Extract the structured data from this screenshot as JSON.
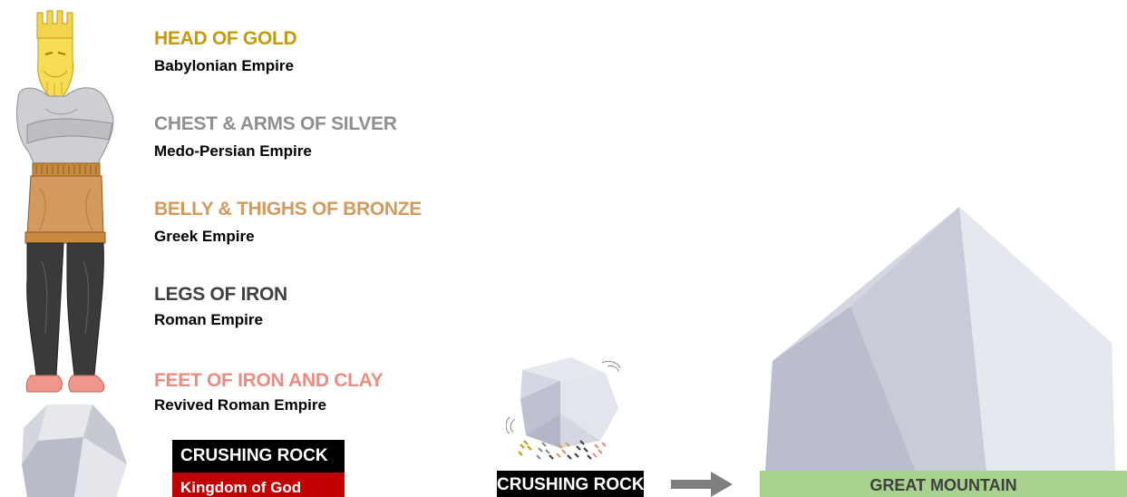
{
  "segments": [
    {
      "title": "HEAD OF GOLD",
      "subtitle": "Babylonian Empire",
      "color": "#C49A0C"
    },
    {
      "title": "CHEST & ARMS OF SILVER",
      "subtitle": "Medo-Persian Empire",
      "color": "#8F8F8F"
    },
    {
      "title": "BELLY & THIGHS OF BRONZE",
      "subtitle": "Greek Empire",
      "color": "#D39A5E"
    },
    {
      "title": "LEGS OF IRON",
      "subtitle": "Roman Empire",
      "color": "#404040"
    },
    {
      "title": "FEET OF IRON AND CLAY",
      "subtitle": "Revived Roman Empire",
      "color": "#E88D82"
    }
  ],
  "rock_box": {
    "title": "CRUSHING ROCK",
    "subtitle": "Kingdom of God",
    "title_bg": "#000000",
    "subtitle_bg": "#C00000"
  },
  "middle_label": "CRUSHING ROCK",
  "mountain_label": "GREAT MOUNTAIN",
  "colors": {
    "arrow": "#7F7F7F",
    "mountain_band": "#A9D18E",
    "mountain_text": "#404040"
  },
  "icons": [
    "statue-icon",
    "rock-icon",
    "crushing-rock-icon",
    "arrow-right-icon",
    "mountain-icon"
  ]
}
